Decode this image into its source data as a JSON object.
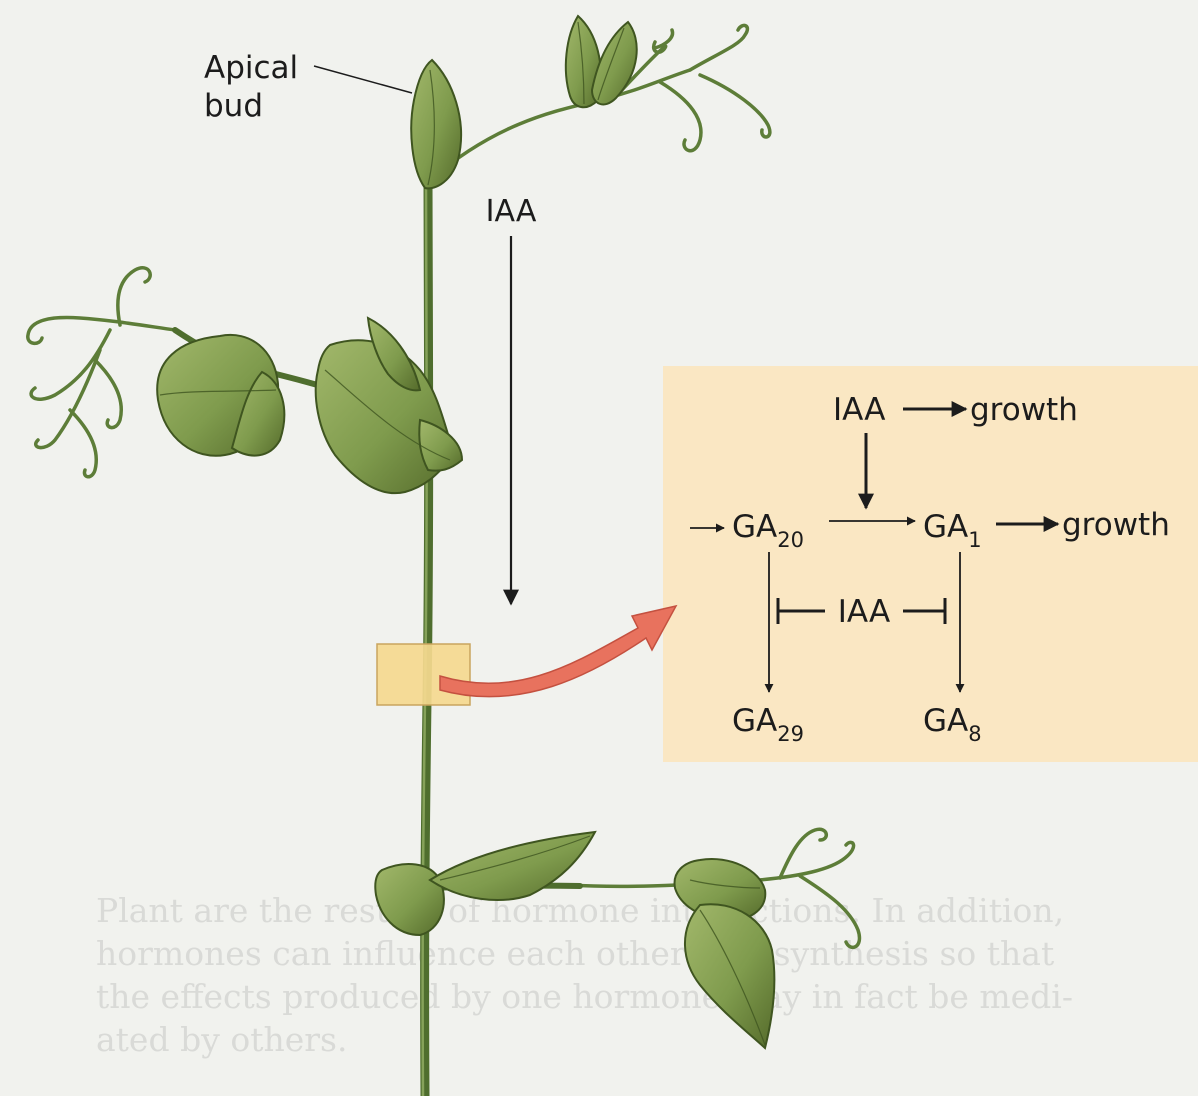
{
  "labels": {
    "apical_bud_line1": "Apical",
    "apical_bud_line2": "bud",
    "iaa_stem": "IAA"
  },
  "pathway": {
    "iaa_top": "IAA",
    "growth_top": "growth",
    "ga20_base": "GA",
    "ga20_sub": "20",
    "ga1_base": "GA",
    "ga1_sub": "1",
    "growth_right": "growth",
    "iaa_inhibit": "IAA",
    "ga29_base": "GA",
    "ga29_sub": "29",
    "ga8_base": "GA",
    "ga8_sub": "8"
  },
  "background_text": {
    "line1": "Plant are the results of hormone interactions. In addition,",
    "line2": "hormones can influence each other's biosynthesis so that",
    "line3": "the effects produced by one hormone may in fact be medi-",
    "line4": "ated by others."
  },
  "colors": {
    "page": "#f1f2ee",
    "stem": "#4f6e2e",
    "leaf": "#7f9b4d",
    "leaf_dark": "#556b2b",
    "tendril": "#5d7d38",
    "inset_box": "#fbe6bf",
    "highlight_box": "#f5d98f",
    "curved_arrow": "#e8725e",
    "text": "#1c1c1c"
  }
}
